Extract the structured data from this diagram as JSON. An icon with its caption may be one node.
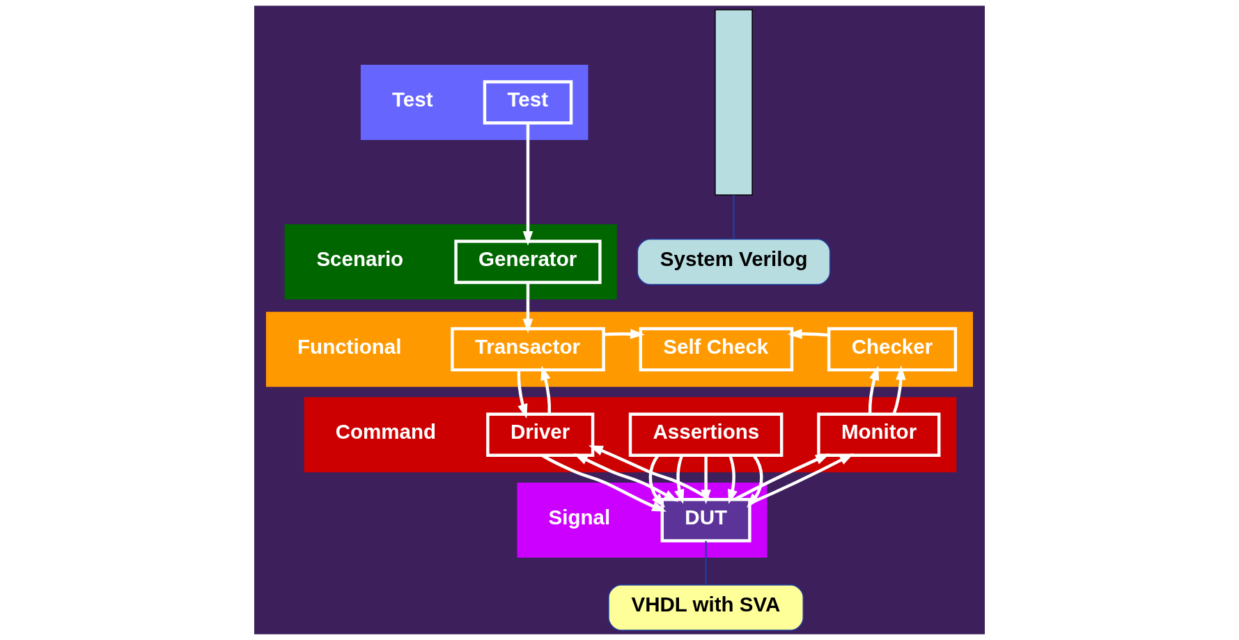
{
  "diagram": {
    "nodes": [
      {
        "text": [
          "Test"
        ]
      },
      {
        "text": [
          "Test"
        ],
        "in": 0
      },
      {
        "text": [
          "Scenario"
        ]
      },
      {
        "text": [
          "Generator"
        ],
        "in": 2
      },
      {
        "text": [
          "Functional"
        ]
      },
      {
        "text": [
          "Transactor"
        ],
        "in": 4
      },
      {
        "text": [
          "Self Check"
        ],
        "in": 4
      },
      {
        "text": [
          "Checker"
        ],
        "in": 4
      },
      {
        "text": [
          "Command"
        ]
      },
      {
        "text": [
          "Driver"
        ],
        "in": 8
      },
      {
        "text": [
          "Assertions"
        ],
        "in": 8
      },
      {
        "text": [
          "Monitor"
        ],
        "in": 8
      },
      {
        "text": [
          "Signal"
        ]
      },
      {
        "text": [
          "DUT"
        ],
        "in": 12
      },
      {
        "text": [],
        "shape": "bar"
      },
      {
        "text": [
          "System Verilog"
        ]
      },
      {
        "text": [
          "VHDL with SVA"
        ]
      }
    ],
    "edges": [
      {
        "from": 1,
        "to": 3,
        "arrow": "to"
      },
      {
        "from": 3,
        "to": 5,
        "arrow": "to"
      },
      {
        "from": 5,
        "to": 6,
        "arrow": "to"
      },
      {
        "from": 7,
        "to": 6,
        "arrow": "to"
      },
      {
        "from": 5,
        "to": 9,
        "arrow": "to"
      },
      {
        "from": 9,
        "to": 5,
        "arrow": "to"
      },
      {
        "from": 11,
        "to": 7,
        "arrow": "to"
      },
      {
        "from": 11,
        "to": 7,
        "arrow": "to"
      },
      {
        "from": 9,
        "to": 13,
        "arrow": "to"
      },
      {
        "from": 13,
        "to": 9,
        "arrow": "both"
      },
      {
        "from": 13,
        "to": 9,
        "arrow": "to"
      },
      {
        "from": 10,
        "to": 13,
        "arrow": "to"
      },
      {
        "from": 10,
        "to": 13,
        "arrow": "to"
      },
      {
        "from": 10,
        "to": 13,
        "arrow": "to"
      },
      {
        "from": 10,
        "to": 13,
        "arrow": "to"
      },
      {
        "from": 10,
        "to": 13,
        "arrow": "to"
      },
      {
        "from": 13,
        "to": 11,
        "arrow": "to"
      },
      {
        "from": 13,
        "to": 11,
        "arrow": "to"
      },
      {
        "from": 15,
        "to": 14,
        "arrow": "none",
        "color": "#2040a0"
      },
      {
        "from": 16,
        "to": 13,
        "arrow": "none",
        "color": "#2040a0"
      }
    ]
  }
}
